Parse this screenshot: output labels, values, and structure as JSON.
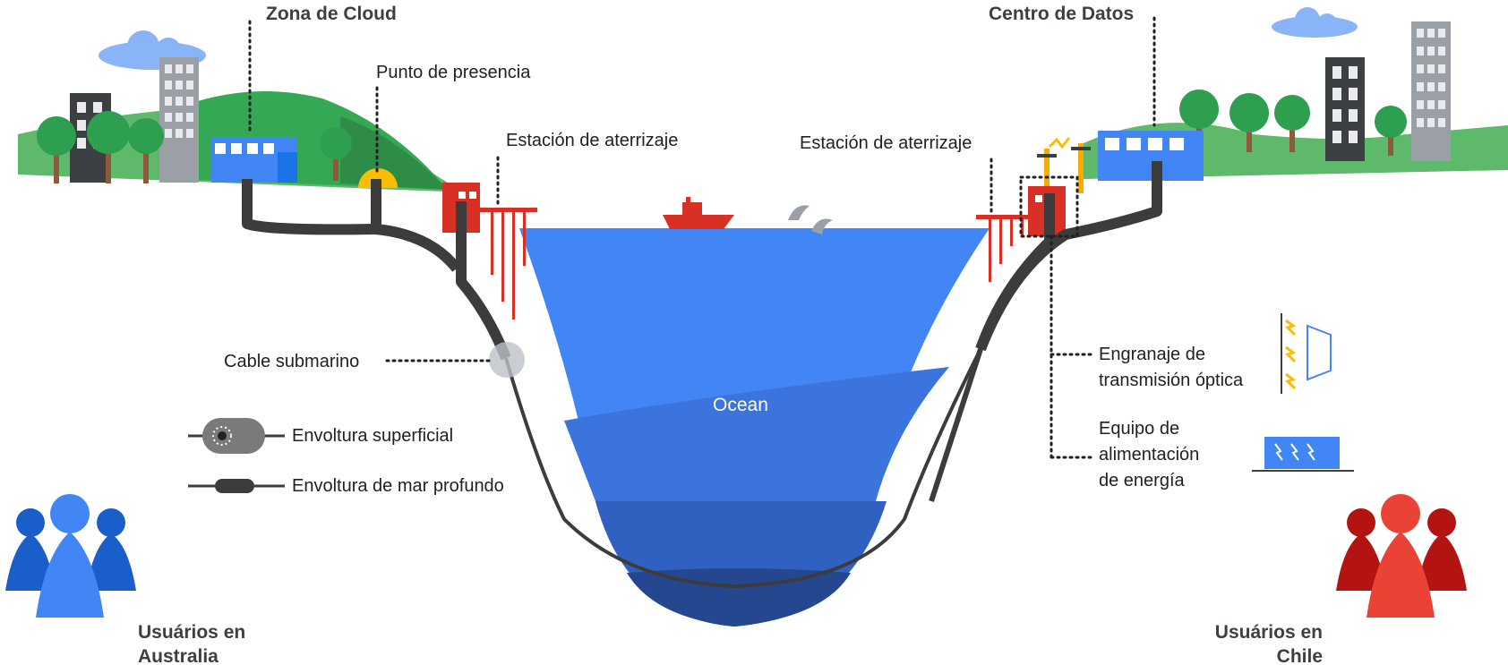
{
  "labels": {
    "cloud_zone": "Zona de Cloud",
    "pop": "Punto de presencia",
    "landing_left": "Estación de aterrizaje",
    "landing_right": "Estación de aterrizaje",
    "data_center": "Centro de Datos",
    "submarine_cable": "Cable submarino",
    "surface_wrap": "Envoltura superficial",
    "deep_sea_wrap": "Envoltura de mar profundo",
    "ocean": "Ocean",
    "optical_gear_line1": "Engranaje de",
    "optical_gear_line2": "transmisión óptica",
    "power_line1": "Equipo de",
    "power_line2": "alimentación",
    "power_line3": "de energía",
    "users_au_line1": "Usuários en",
    "users_au_line2": "Australia",
    "users_cl_line1": "Usuários en",
    "users_cl_line2": "Chile"
  },
  "colors": {
    "ocean_light": "#4285f4",
    "ocean_mid": "#3b6fd0",
    "ocean_deep": "#2f5ab0",
    "ocean_deepest": "#24478f",
    "hill_green": "#34a853",
    "tree_green": "#2e9e4f",
    "users_au": "#4285f4",
    "users_cl": "#ea4335",
    "landing_station": "#d93025",
    "cable": "#3c3c3c"
  }
}
